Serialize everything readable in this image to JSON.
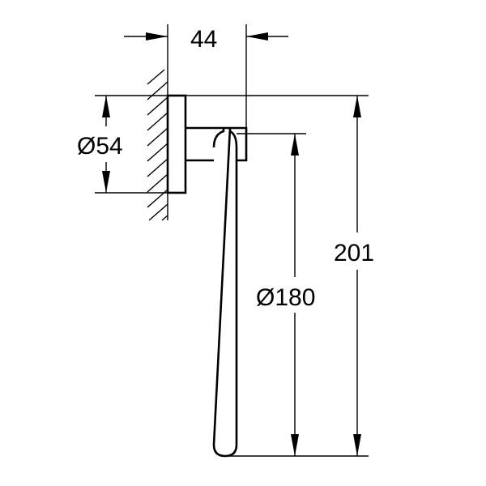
{
  "drawing": {
    "type": "technical dimension drawing",
    "subject": "towel ring",
    "stroke_color": "#000000",
    "background": "#ffffff"
  },
  "dimensions": {
    "projection": {
      "label": "44",
      "value": 44
    },
    "flange_diameter": {
      "label": "Ø54",
      "symbol": "Ø",
      "value": "54"
    },
    "ring_diameter": {
      "label": "Ø180",
      "symbol": "Ø",
      "value": "180"
    },
    "overall_height": {
      "label": "201",
      "value": 201
    }
  }
}
